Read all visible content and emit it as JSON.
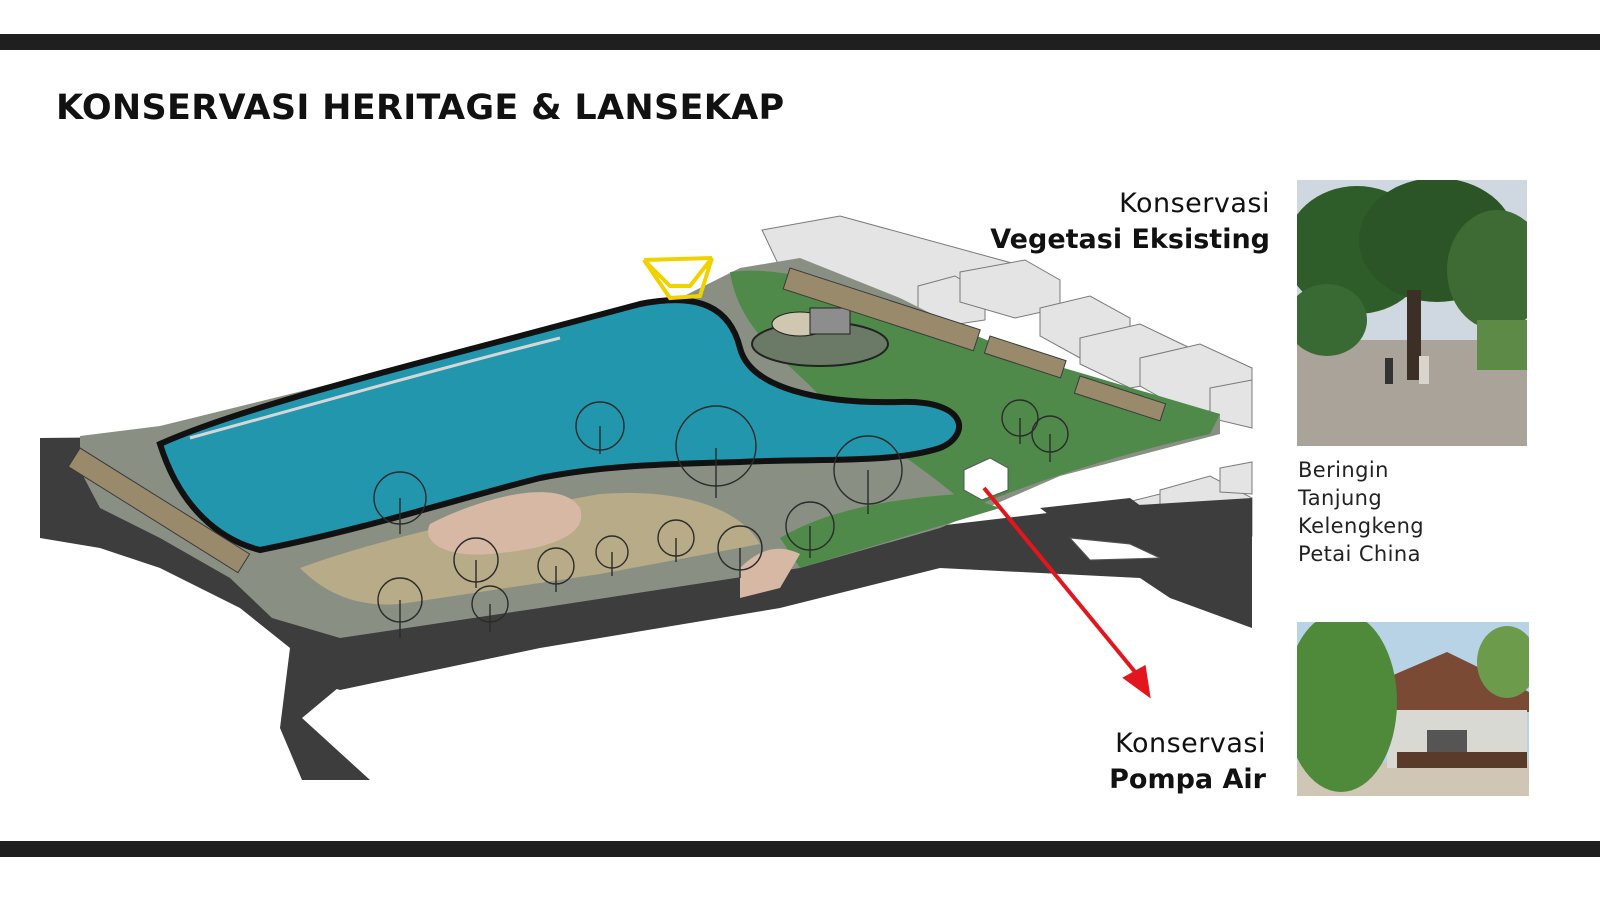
{
  "title": "KONSERVASI HERITAGE & LANSEKAP",
  "callouts": {
    "vegetation": {
      "line1": "Konservasi",
      "line2": "Vegetasi Eksisting"
    },
    "pump": {
      "line1": "Konservasi",
      "line2": "Pompa Air"
    }
  },
  "species": [
    "Beringin",
    "Tanjung",
    "Kelengkeng",
    "Petai China"
  ],
  "colors": {
    "band": "#1f1f1f",
    "road": "#3d3d3d",
    "water": "#2196ad",
    "grass": "#4f8a4a",
    "arrow": "#e3161d",
    "bridge": "#f0d200"
  }
}
